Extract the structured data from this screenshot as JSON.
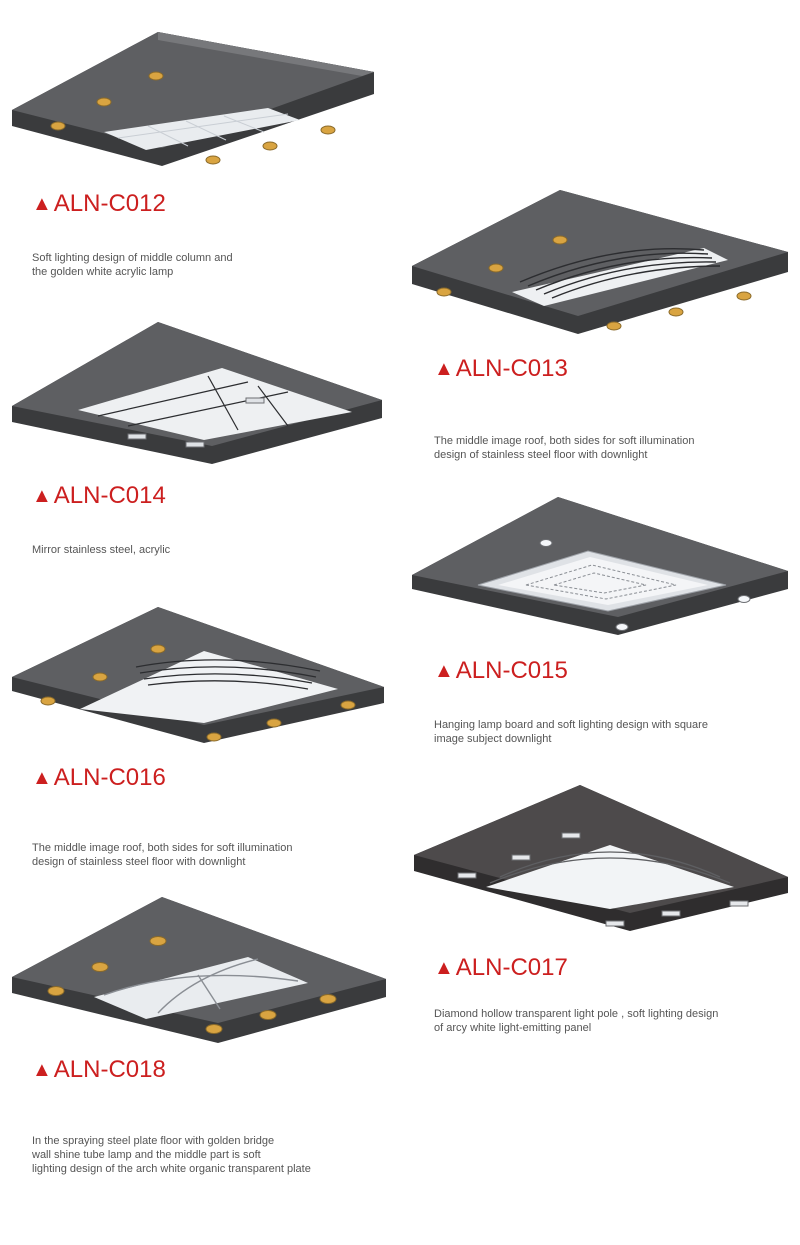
{
  "colors": {
    "title": "#cc1f1f",
    "description": "#555555",
    "frame_top": "#5b5c5e",
    "frame_side": "#3a3b3d",
    "panel": "#f2f4f6",
    "lamp_gold": "#d9a441"
  },
  "icons": {
    "title_marker": "red-triangle-icon",
    "title_marker_glyph": "▲"
  },
  "products": [
    {
      "code": "ALN-C012",
      "description_lines": [
        "Soft lighting design of middle column and",
        "the golden white acrylic lamp"
      ]
    },
    {
      "code": "ALN-C013",
      "description_lines": [
        "The middle image roof, both sides for soft illumination",
        "design of stainless steel floor with downlight"
      ]
    },
    {
      "code": "ALN-C014",
      "description_lines": [
        "Mirror stainless steel, acrylic"
      ]
    },
    {
      "code": "ALN-C015",
      "description_lines": [
        "Hanging lamp board and soft lighting design with square",
        "image subject downlight"
      ]
    },
    {
      "code": "ALN-C016",
      "description_lines": [
        "The middle image roof, both sides for soft illumination",
        "design of stainless steel floor with downlight"
      ]
    },
    {
      "code": "ALN-C017",
      "description_lines": [
        "Diamond hollow transparent light pole , soft lighting design",
        "of arcy white light-emitting panel"
      ]
    },
    {
      "code": "ALN-C018",
      "description_lines": [
        "In the spraying steel plate floor with golden bridge",
        "wall shine tube lamp and the middle part is soft",
        "lighting design of the arch white organic transparent plate"
      ]
    }
  ]
}
